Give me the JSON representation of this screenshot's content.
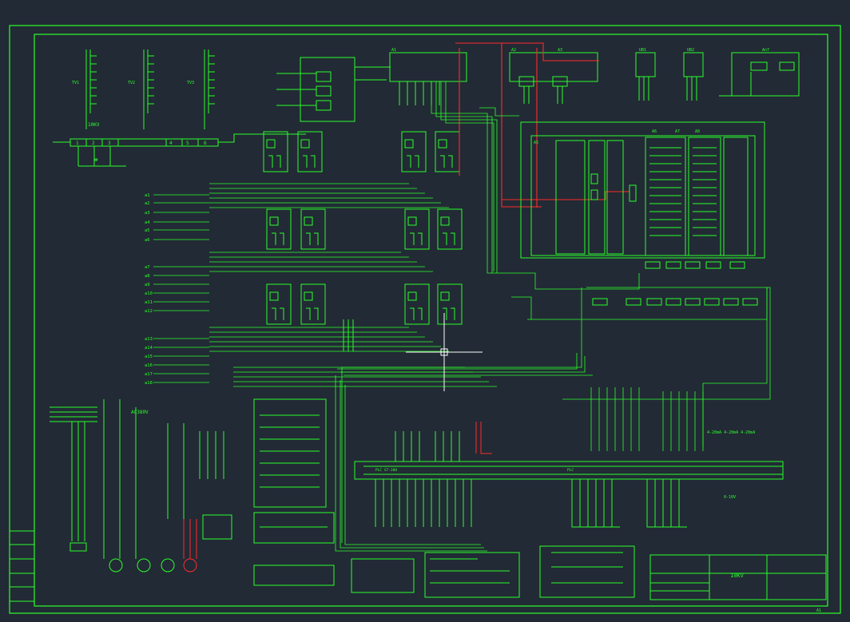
{
  "app": {
    "title": "CAD electrical schematic"
  },
  "colors": {
    "background": "#222a35",
    "line": "#2bff2b",
    "highlight": "#ff2b2b",
    "cursor": "#ffffff"
  },
  "transformers": {
    "voltage": "10KV",
    "labels": [
      "TV1",
      "TV2",
      "TV3"
    ]
  },
  "terminal_block": {
    "cells": [
      "1",
      "2",
      "3",
      "4",
      "5",
      "6"
    ]
  },
  "row_labels_a": [
    "a1",
    "a2",
    "a3",
    "a4",
    "a5",
    "a6"
  ],
  "row_labels_b": [
    "a7",
    "a8",
    "a9",
    "a10",
    "a11",
    "a12"
  ],
  "row_labels_c": [
    "a13",
    "a14",
    "a15",
    "a16",
    "a17",
    "a18"
  ],
  "modules": {
    "top": [
      "A1",
      "A2",
      "A3",
      "UB1",
      "UB2",
      "An7"
    ]
  },
  "plc_rack": {
    "slots": [
      "A5",
      "A6",
      "A7",
      "A8"
    ]
  },
  "plc_rows": {
    "row_left": "PLC S7-200",
    "row_right": "PLC"
  },
  "analog": {
    "range_a": "4-20mA 4-20mA 4-20mA",
    "range_b": "0-10V"
  },
  "power": {
    "ac_label": "AC380V"
  },
  "legend_rows": [
    "",
    "",
    "",
    "",
    ""
  ],
  "title_block": {
    "voltage": "10KV",
    "sheet": "A1"
  }
}
